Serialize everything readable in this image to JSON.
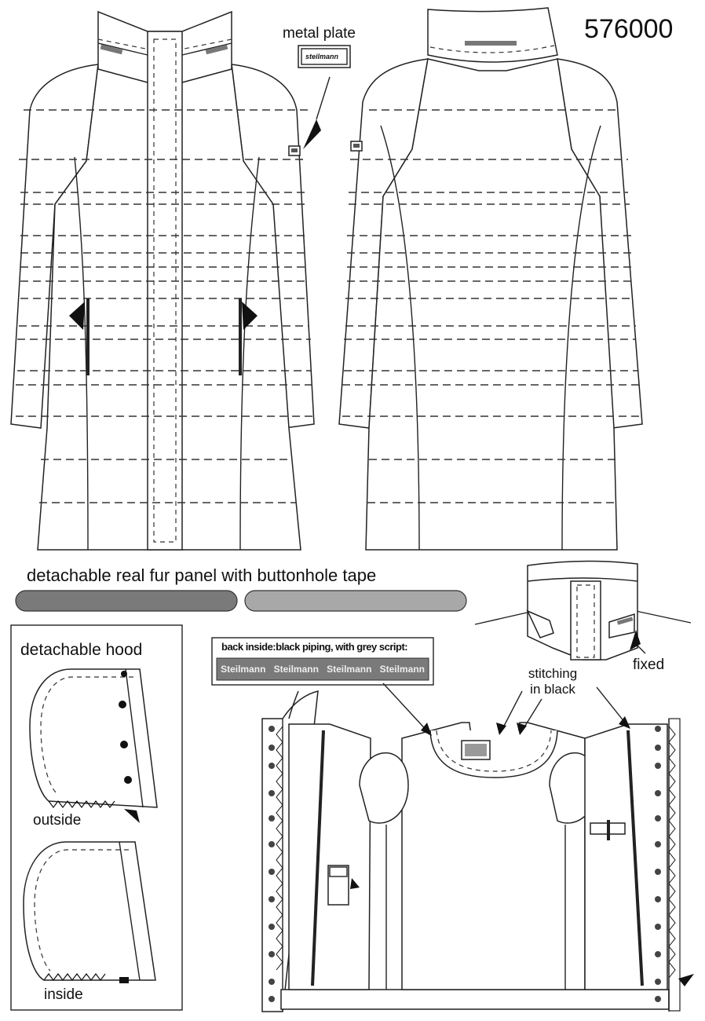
{
  "style_number": "576000",
  "callouts": {
    "metal_plate": "metal plate",
    "metal_plate_logo": "steilmann",
    "fur_panel": "detachable real fur panel with buttonhole tape",
    "hood_title": "detachable hood",
    "hood_outside": "outside",
    "hood_inside": "inside",
    "piping_note": "back inside:black piping, with grey script:",
    "script_tape": [
      "Steilmann",
      "Steilmann",
      "Steilmann",
      "Steilmann"
    ],
    "stitching": "stitching in black",
    "fixed": "fixed"
  },
  "colors": {
    "fur_panel_left": "#7a7a7a",
    "fur_panel_right": "#a8a8a8",
    "tape_bg": "#7a7a7a",
    "line": "#222222"
  }
}
